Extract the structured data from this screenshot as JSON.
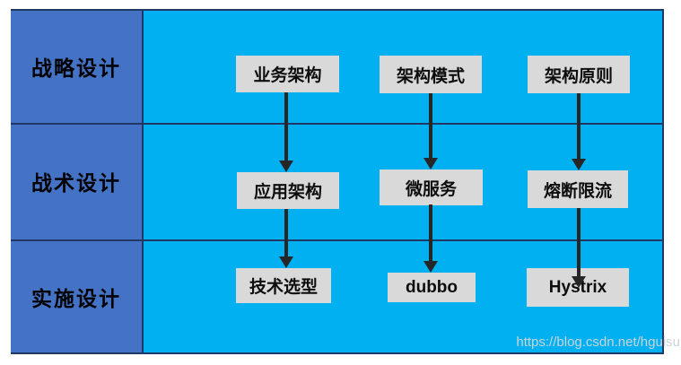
{
  "rows": [
    {
      "label": "战略设计"
    },
    {
      "label": "战术设计"
    },
    {
      "label": "实施设计"
    }
  ],
  "columns": [
    {
      "items": [
        "业务架构",
        "应用架构",
        "技术选型"
      ]
    },
    {
      "items": [
        "架构模式",
        "微服务",
        "dubbo"
      ]
    },
    {
      "items": [
        "架构原则",
        "熔断限流",
        "Hystrix"
      ]
    }
  ],
  "watermark": "https://blog.csdn.net/hguisu",
  "colors": {
    "left_panel": "#4472C4",
    "body": "#00B0F0",
    "node_fill": "#D9D9D9",
    "border": "#1F3864",
    "arrow": "#262626"
  }
}
